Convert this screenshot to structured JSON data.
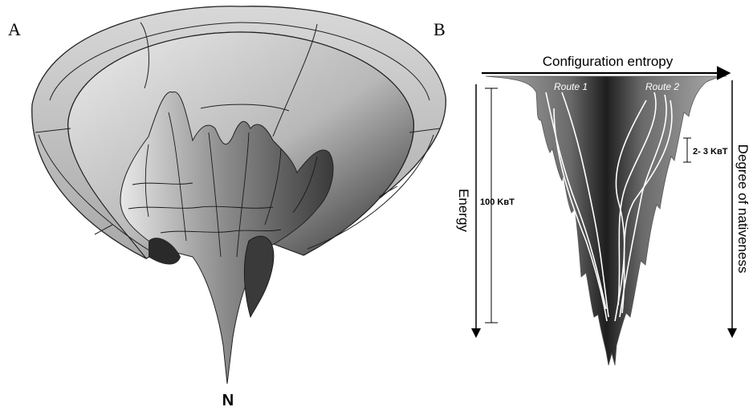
{
  "panel_a": {
    "letter": "A",
    "native_label": "N"
  },
  "panel_b": {
    "letter": "B",
    "top_axis_label": "Configuration entropy",
    "left_axis_label": "Energy",
    "right_axis_label": "Degree of nativeness",
    "energy_scale_label": "100 KʙT",
    "barrier_label": "2- 3 KʙT",
    "route_labels": [
      "Route 1",
      "Route 2"
    ]
  },
  "colors": {
    "surface_light": "#d9d9d9",
    "surface_dark": "#2a2a2a",
    "funnel_center": "#1e1e1e",
    "funnel_edge": "#9a9a9a",
    "route_lines": "#ffffff",
    "axis": "#000000"
  }
}
